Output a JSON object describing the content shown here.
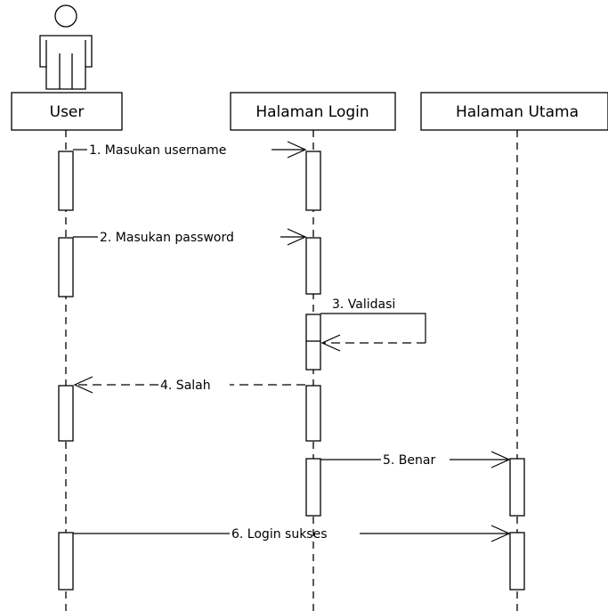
{
  "participants": [
    {
      "id": "user",
      "label": "User",
      "is_actor": true
    },
    {
      "id": "login",
      "label": "Halaman Login",
      "is_actor": false
    },
    {
      "id": "utama",
      "label": "Halaman Utama",
      "is_actor": false
    }
  ],
  "messages": [
    {
      "label": "1. Masukan username",
      "from": "user",
      "to": "login",
      "style": "solid"
    },
    {
      "label": "2. Masukan password",
      "from": "user",
      "to": "login",
      "style": "solid"
    },
    {
      "label": "3. Validasi",
      "from": "login",
      "to": "login",
      "style": "dashed",
      "self": true
    },
    {
      "label": "4. Salah",
      "from": "login",
      "to": "user",
      "style": "dashed"
    },
    {
      "label": "5. Benar",
      "from": "login",
      "to": "utama",
      "style": "solid"
    },
    {
      "label": "6. Login sukses",
      "from": "user",
      "to": "utama",
      "style": "solid"
    }
  ]
}
